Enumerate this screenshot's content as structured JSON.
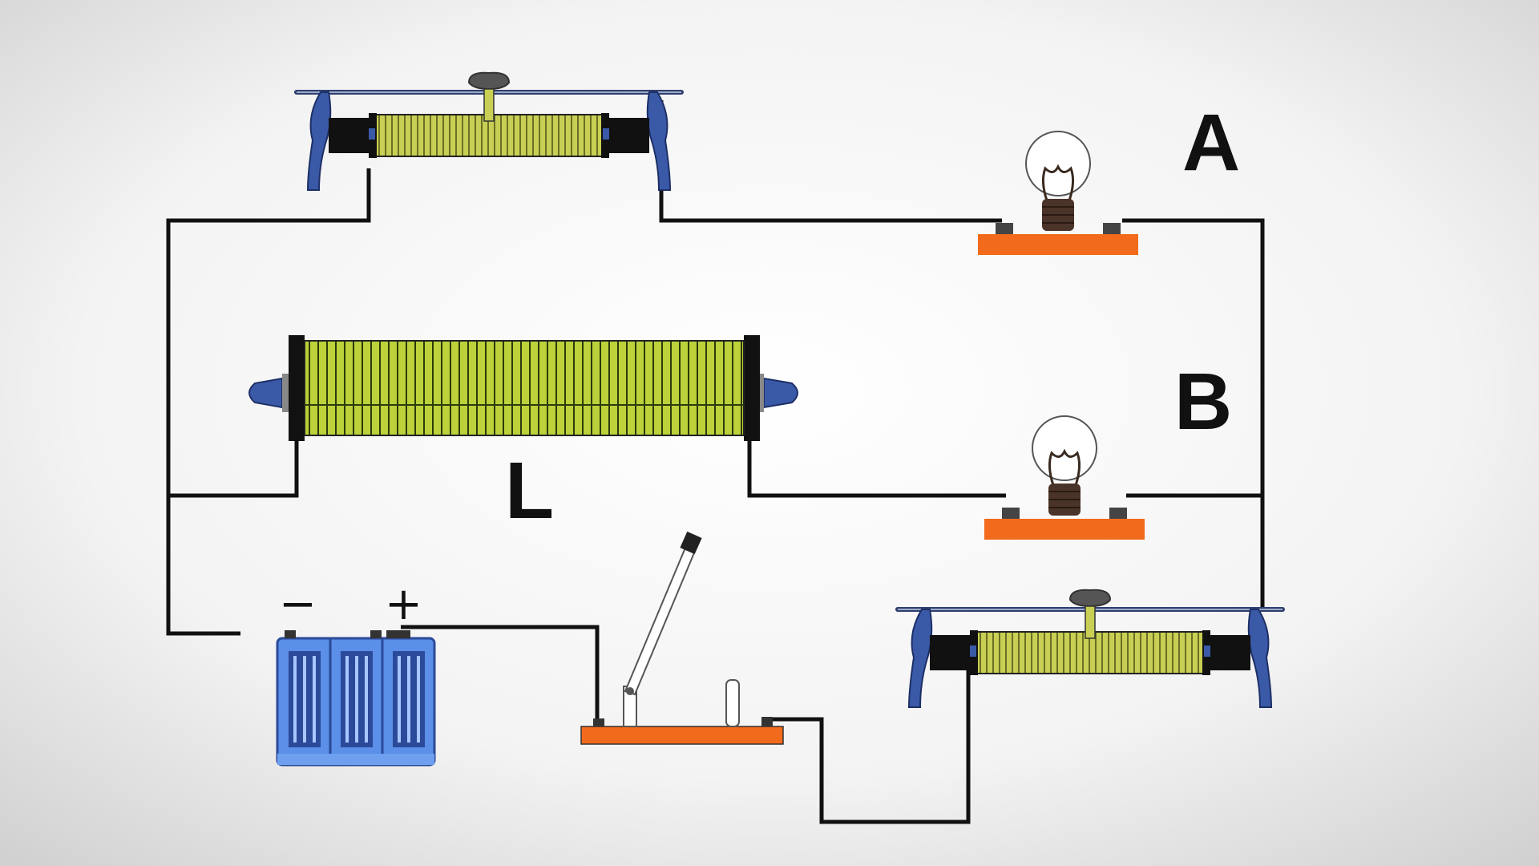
{
  "labels": {
    "lamp_a": "A",
    "lamp_b": "B",
    "inductor": "L",
    "battery_negative": "−",
    "battery_positive": "+"
  },
  "colors": {
    "background_center": "#ffffff",
    "background_edge": "#d8d8d8",
    "wire": "#111111",
    "rheostat_frame": "#3a5aa8",
    "coil_winding": "#c9cf54",
    "lamp_base": "#f26a1b",
    "battery": "#5b8fe8",
    "switch_base": "#f26a1b"
  }
}
